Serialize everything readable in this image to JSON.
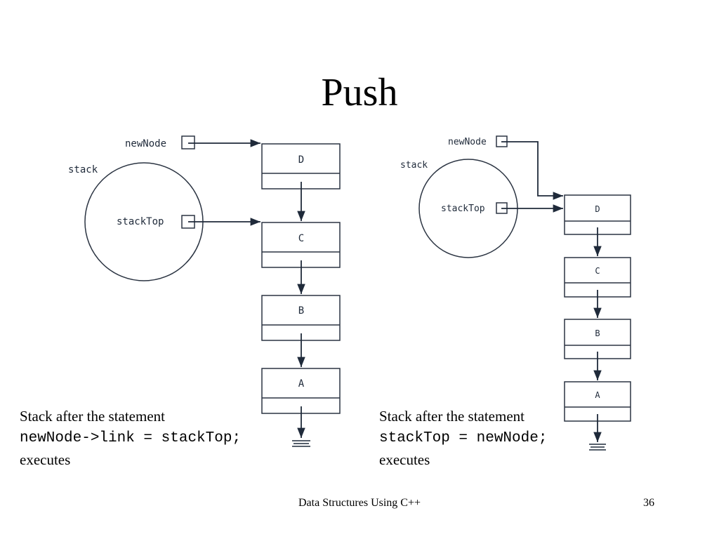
{
  "slide": {
    "title": "Push",
    "footer_text": "Data Structures Using C++",
    "page_number": "36"
  },
  "left_diagram": {
    "newnode_label": "newNode",
    "stack_label": "stack",
    "stacktop_label": "stackTop",
    "nodes": [
      "D",
      "C",
      "B",
      "A"
    ],
    "caption": {
      "line1": "Stack after the statement",
      "code": "newNode->link = stackTop;",
      "line3": "executes"
    }
  },
  "right_diagram": {
    "newnode_label": "newNode",
    "stack_label": "stack",
    "stacktop_label": "stackTop",
    "nodes": [
      "D",
      "C",
      "B",
      "A"
    ],
    "caption": {
      "line1": "Stack after the statement",
      "code": "stackTop = newNode;",
      "line3": "executes"
    }
  },
  "colors": {
    "line": "#1f2a3a",
    "box_stroke": "#2b3442"
  }
}
